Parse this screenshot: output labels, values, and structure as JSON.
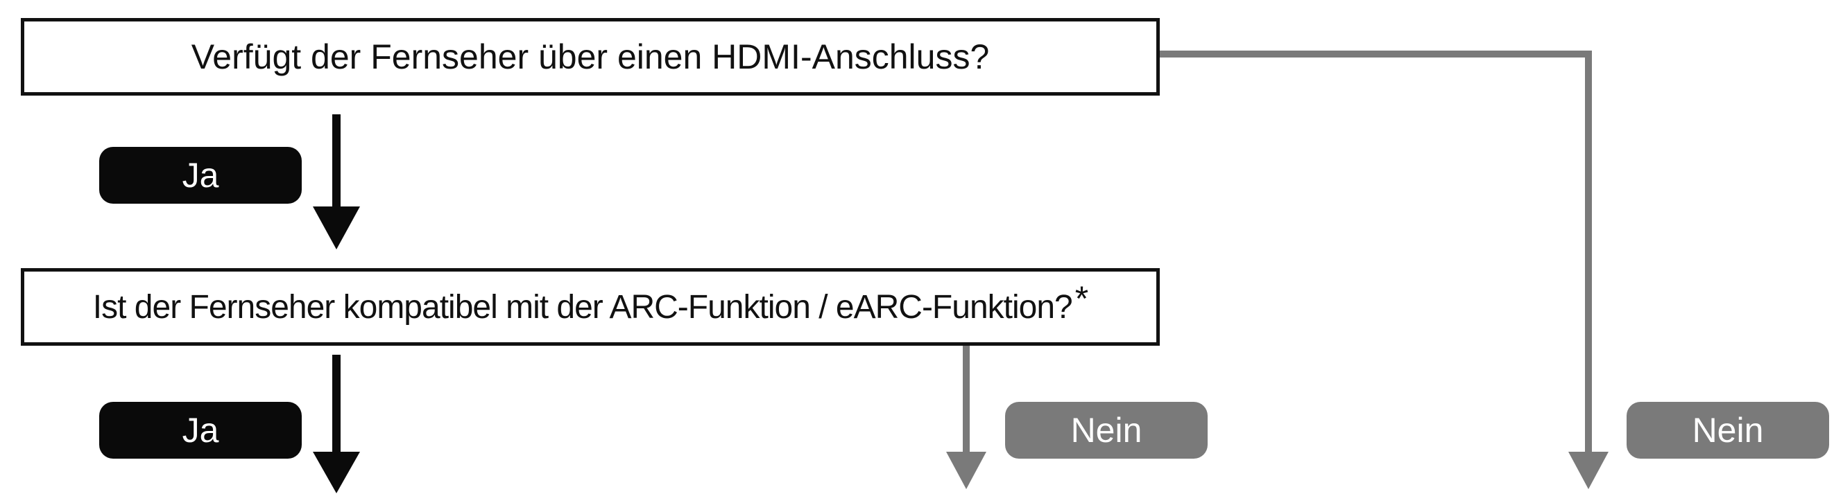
{
  "flowchart": {
    "question_1": "Verfügt der Fernseher über einen HDMI-Anschluss?",
    "question_2": "Ist der Fernseher kompatibel mit der ARC-Funktion / eARC-Funktion?",
    "question_2_footnote_mark": "*",
    "q1_yes_label": "Ja",
    "q1_no_label": "Nein",
    "q2_yes_label": "Ja",
    "q2_no_label": "Nein"
  },
  "colors": {
    "yes_path": "#0a0a0a",
    "no_path": "#7a7a7a",
    "box_border": "#111111"
  }
}
